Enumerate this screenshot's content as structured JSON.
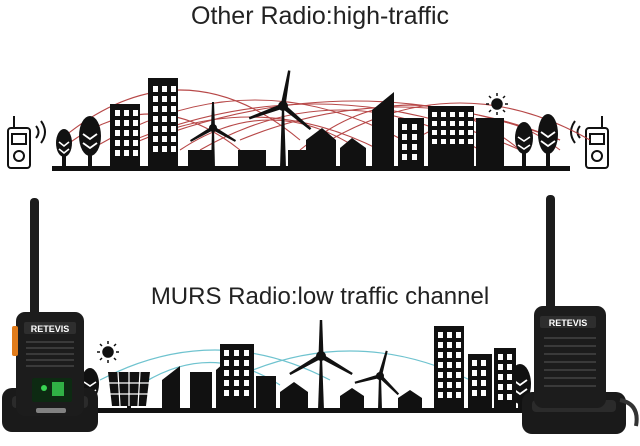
{
  "top_panel": {
    "caption": "Other Radio:high-traffic",
    "arc_color": "#b03535"
  },
  "bottom_panel": {
    "caption": "MURS Radio:low traffic channel",
    "arc_color": "#6fc3cf"
  },
  "radios": {
    "brand": "RETEVIS"
  },
  "colors": {
    "silhouette": "#111111",
    "background": "#ffffff",
    "radio_body": "#1c1c1c",
    "radio_accent": "#e07b1a",
    "display_green": "#39d353"
  },
  "icons": [
    "walkie-talkie-outline-icon",
    "signal-waves-icon",
    "tree-icon",
    "wind-turbine-icon",
    "sun-icon",
    "solar-panel-icon"
  ]
}
